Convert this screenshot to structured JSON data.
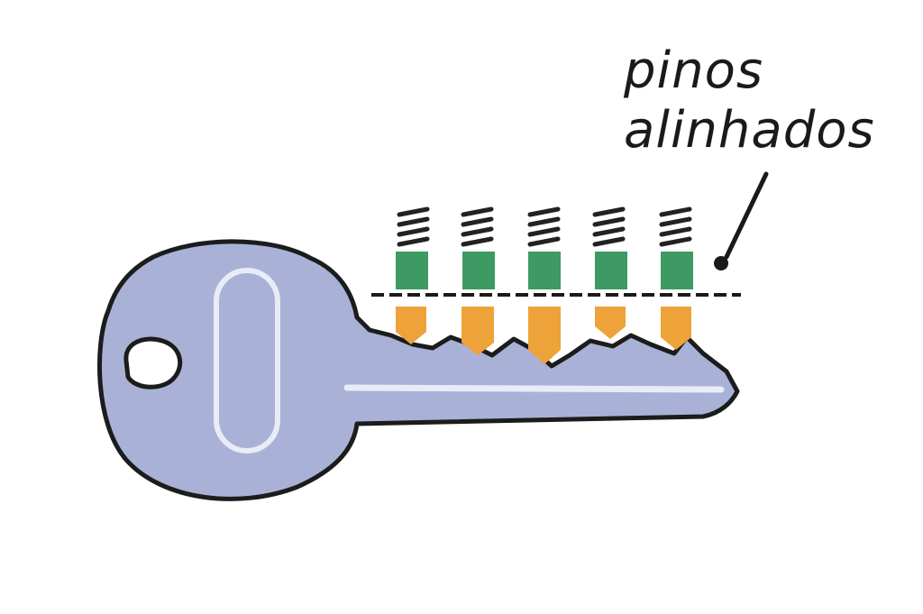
{
  "label": {
    "line1": "pinos",
    "line2": "alinhados"
  },
  "colors": {
    "key": "#a9b2d6",
    "key_outline": "#1c1c1c",
    "key_highlight": "#e9ecf7",
    "driver_pin": "#3d9a63",
    "key_pin": "#eea23a",
    "spring": "#222222",
    "shear_line": "#1a1a1a",
    "background": "#ffffff"
  },
  "pins": [
    {
      "name": "pin-1"
    },
    {
      "name": "pin-2"
    },
    {
      "name": "pin-3"
    },
    {
      "name": "pin-4"
    },
    {
      "name": "pin-5"
    }
  ]
}
